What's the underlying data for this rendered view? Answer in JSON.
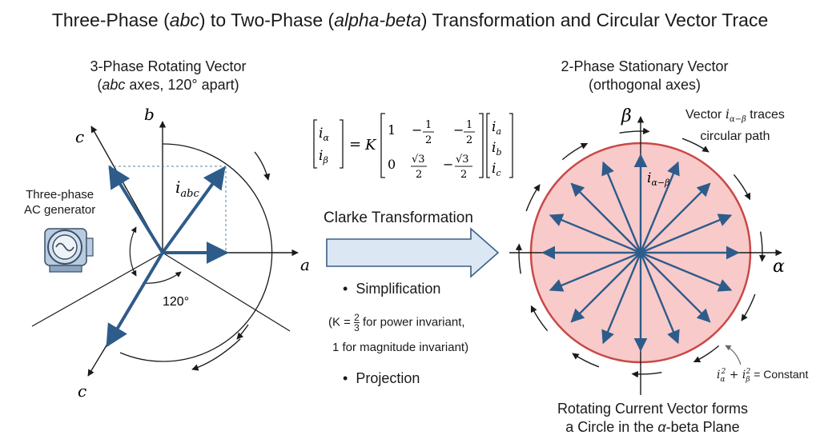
{
  "title": {
    "pre": "Three-Phase (",
    "abc": "abc",
    "mid": ") to Two-Phase (",
    "alphabeta": "alpha-beta",
    "post": ") Transformation and Circular Vector Trace"
  },
  "left": {
    "heading": "3-Phase Rotating Vector",
    "sub_pre": "(",
    "sub_abc": "abc",
    "sub_post": " axes, 120° apart)",
    "axis_a": "a",
    "axis_b": "b",
    "axis_c_top": "c",
    "axis_c_bottom": "c",
    "vector_label": "i",
    "vector_sub": "abc",
    "angle": "120°",
    "generator_label_1": "Three-phase",
    "generator_label_2": "AC generator"
  },
  "middle": {
    "matrix_lhs_1": "i",
    "matrix_lhs_1_sub": "α",
    "matrix_lhs_2": "i",
    "matrix_lhs_2_sub": "β",
    "gain": "K",
    "row1": [
      "1",
      "1",
      "2",
      "1",
      "2"
    ],
    "row2": [
      "0",
      "√3",
      "2",
      "√3",
      "2"
    ],
    "rhs": [
      "a",
      "b",
      "c"
    ],
    "arrow_label": "Clarke Transformation",
    "bullet_1": "Simplification",
    "note_1_pre": "(K = ",
    "note_1_num": "2",
    "note_1_den": "3",
    "note_1_post": " for power invariant,",
    "note_2": "1 for magnitude invariant)",
    "bullet_2": "Projection"
  },
  "right": {
    "heading": "2-Phase Stationary Vector",
    "sub": "(orthogonal axes)",
    "axis_alpha": "α",
    "axis_beta": "β",
    "vector_label": "i",
    "vector_sub": "α−β",
    "trace_1_pre": "Vector ",
    "trace_1_post": " traces",
    "trace_2": "circular path",
    "constant": "= Constant",
    "bottom_1": "Rotating Current Vector forms",
    "bottom_2_pre": "a Circle in the ",
    "bottom_2_alpha": "α",
    "bottom_2_post": "-beta Plane"
  },
  "colors": {
    "vector": "#2e5c8a",
    "circle_fill": "#f8caca",
    "circle_stroke": "#c94848",
    "arrow_fill": "#dbe7f3",
    "arrow_stroke": "#3b5f86",
    "axis": "#1a1a1a"
  },
  "icons": [
    "generator-icon",
    "rotation-arrow-icon",
    "clarke-arrow-icon"
  ]
}
